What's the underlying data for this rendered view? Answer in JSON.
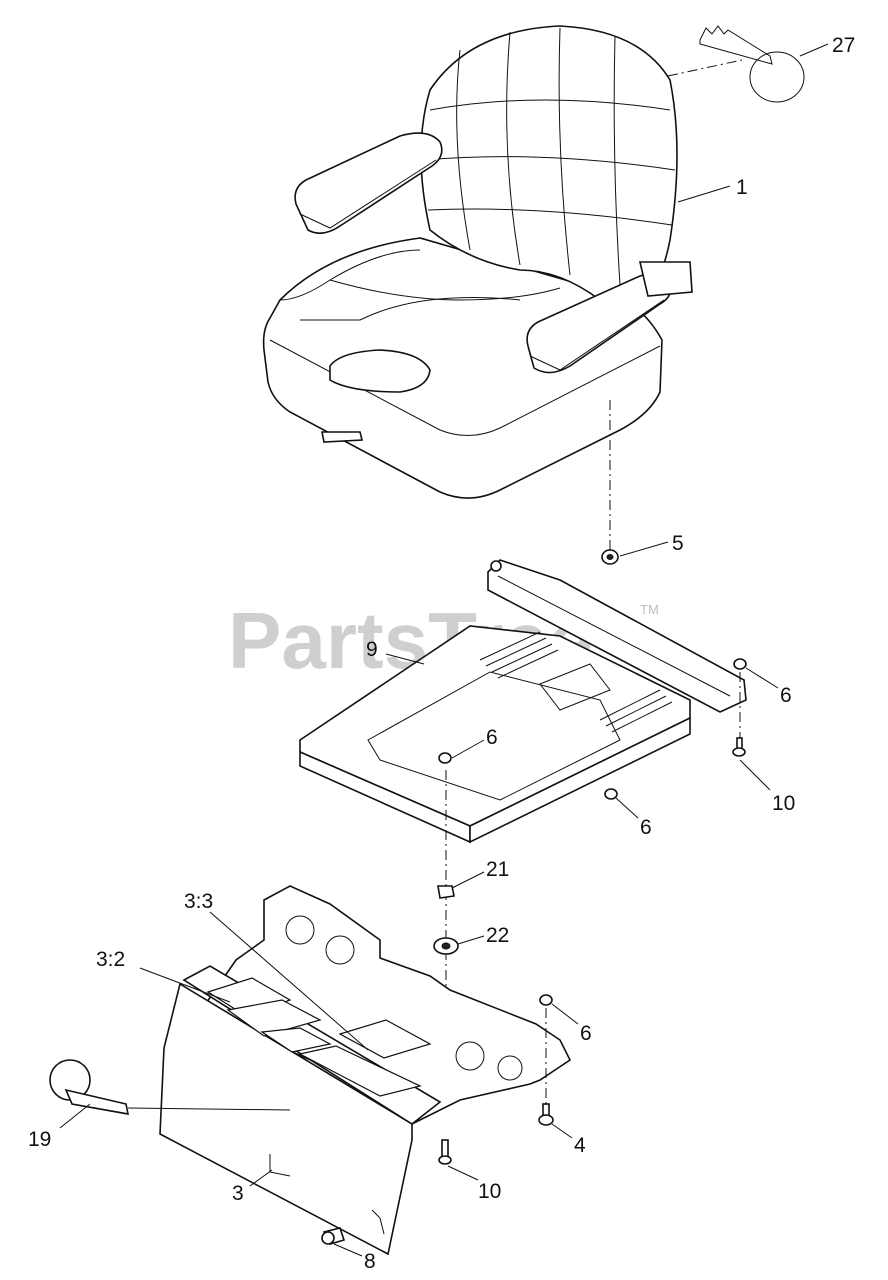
{
  "watermark": {
    "text": "PartsTree",
    "trademark": "TM"
  },
  "callouts": [
    {
      "id": "c-27",
      "label": "27"
    },
    {
      "id": "c-1",
      "label": "1"
    },
    {
      "id": "c-5",
      "label": "5"
    },
    {
      "id": "c-9",
      "label": "9"
    },
    {
      "id": "c-6a",
      "label": "6"
    },
    {
      "id": "c-6b",
      "label": "6"
    },
    {
      "id": "c-6c",
      "label": "6"
    },
    {
      "id": "c-10a",
      "label": "10"
    },
    {
      "id": "c-21",
      "label": "21"
    },
    {
      "id": "c-22",
      "label": "22"
    },
    {
      "id": "c-3-3",
      "label": "3:3"
    },
    {
      "id": "c-3-2",
      "label": "3:2"
    },
    {
      "id": "c-6d",
      "label": "6"
    },
    {
      "id": "c-19",
      "label": "19"
    },
    {
      "id": "c-4",
      "label": "4"
    },
    {
      "id": "c-10b",
      "label": "10"
    },
    {
      "id": "c-3",
      "label": "3"
    },
    {
      "id": "c-8",
      "label": "8"
    }
  ]
}
